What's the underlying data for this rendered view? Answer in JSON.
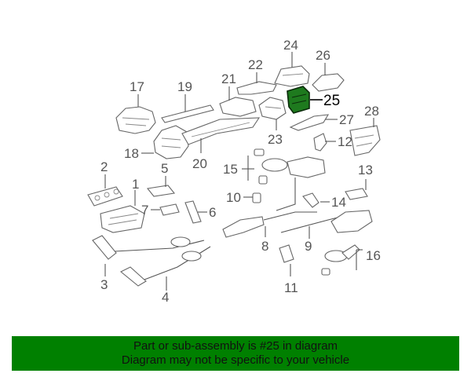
{
  "diagram": {
    "callouts": {
      "c1": "1",
      "c2": "2",
      "c3": "3",
      "c4": "4",
      "c5": "5",
      "c6": "6",
      "c7": "7",
      "c8": "8",
      "c9": "9",
      "c10": "10",
      "c11": "11",
      "c12": "12",
      "c13": "13",
      "c14": "14",
      "c15": "15",
      "c16": "16",
      "c17": "17",
      "c18": "18",
      "c19": "19",
      "c20": "20",
      "c21": "21",
      "c22": "22",
      "c23": "23",
      "c24": "24",
      "c25": "25",
      "c26": "26",
      "c27": "27",
      "c28": "28"
    },
    "highlight_part": "25",
    "colors": {
      "highlight_fill": "#1e7a1e",
      "banner_bg": "#008000",
      "line": "#666666"
    }
  },
  "banner": {
    "line1": "Part or sub-assembly is #25 in diagram",
    "line2": "Diagram may not be specific to your vehicle"
  }
}
